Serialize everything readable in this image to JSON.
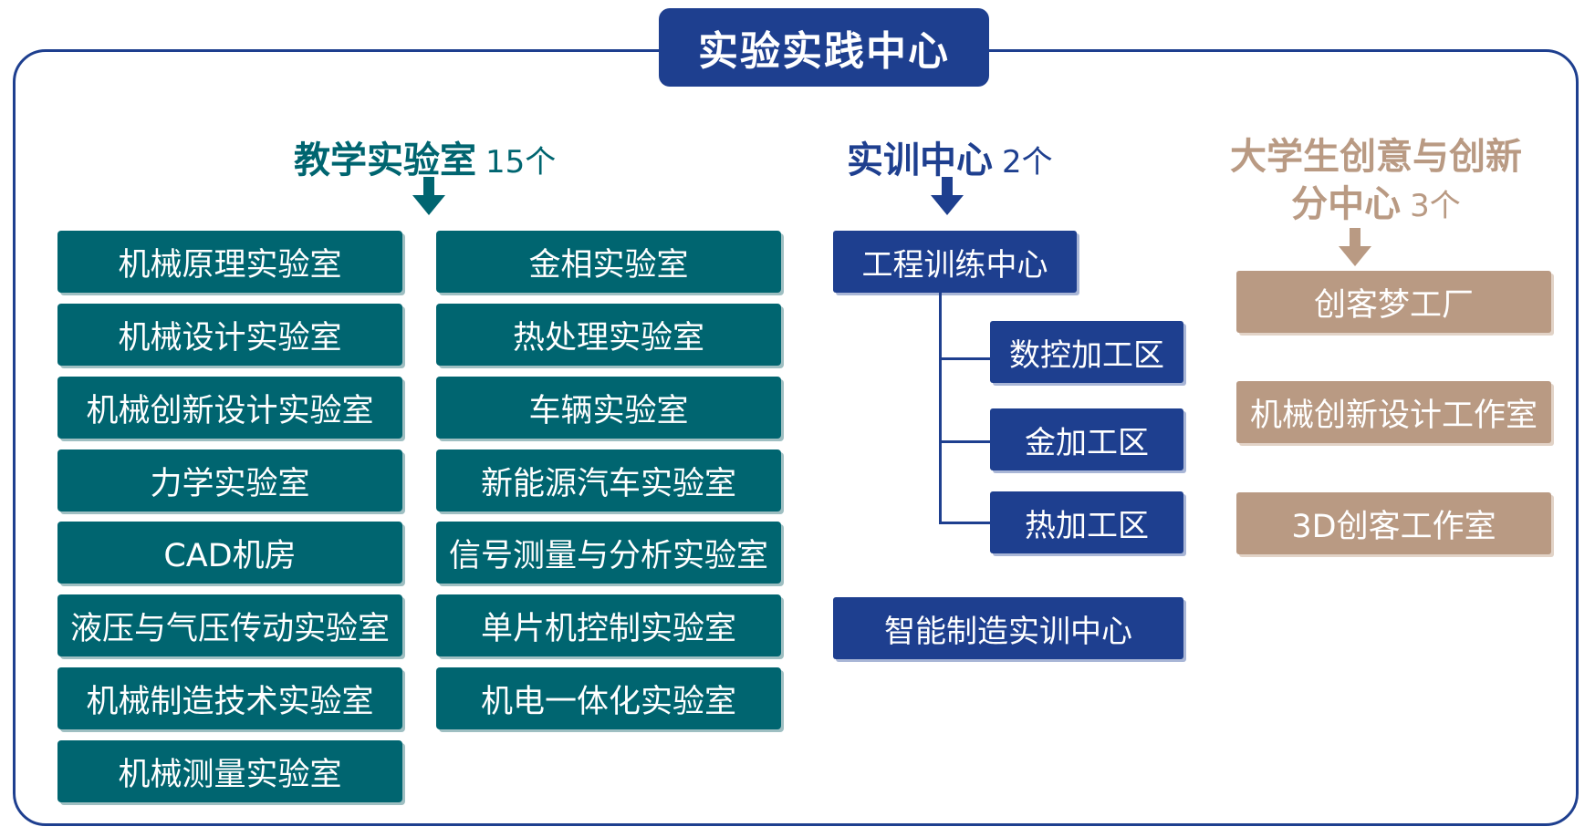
{
  "title": "实验实践中心",
  "colors": {
    "navy": "#1e3f8f",
    "teal": "#006570",
    "tan": "#b99a83"
  },
  "teaching": {
    "heading": "教学实验室",
    "count": "15个",
    "col1": [
      "机械原理实验室",
      "机械设计实验室",
      "机械创新设计实验室",
      "力学实验室",
      "CAD机房",
      "液压与气压传动实验室",
      "机械制造技术实验室",
      "机械测量实验室"
    ],
    "col2": [
      "金相实验室",
      "热处理实验室",
      "车辆实验室",
      "新能源汽车实验室",
      "信号测量与分析实验室",
      "单片机控制实验室",
      "机电一体化实验室"
    ]
  },
  "training": {
    "heading": "实训中心",
    "count": "2个",
    "center1": "工程训练中心",
    "areas": [
      "数控加工区",
      "金加工区",
      "热加工区"
    ],
    "center2": "智能制造实训中心"
  },
  "innovation": {
    "heading_line1": "大学生创意与创新",
    "heading_line2": "分中心",
    "count": "3个",
    "items": [
      "创客梦工厂",
      "机械创新设计工作室",
      "3D创客工作室"
    ]
  }
}
